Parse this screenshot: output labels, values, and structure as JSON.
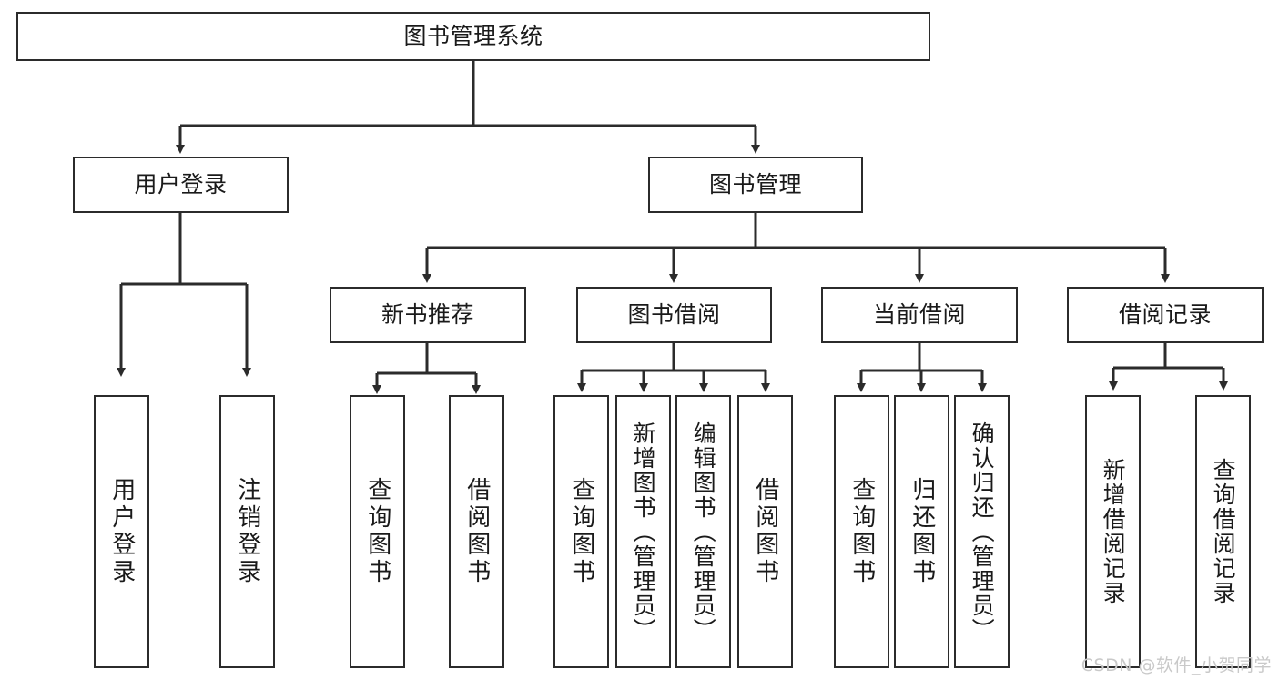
{
  "diagram": {
    "type": "tree-hierarchy-chart",
    "title": "图书管理系统",
    "line_color": "#2b2b2b",
    "background_color": "#ffffff",
    "text_color": "#1a1a1a",
    "nodes": {
      "root": {
        "label": "图书管理系统",
        "orientation": "horizontal"
      },
      "level2": [
        {
          "id": "user-login",
          "label": "用户登录",
          "orientation": "horizontal"
        },
        {
          "id": "book-manage",
          "label": "图书管理",
          "orientation": "horizontal"
        }
      ],
      "level3": [
        {
          "id": "new-book-recommend",
          "label": "新书推荐",
          "orientation": "horizontal"
        },
        {
          "id": "book-borrow",
          "label": "图书借阅",
          "orientation": "horizontal"
        },
        {
          "id": "current-borrow",
          "label": "当前借阅",
          "orientation": "horizontal"
        },
        {
          "id": "borrow-record",
          "label": "借阅记录",
          "orientation": "horizontal"
        }
      ],
      "leaves": [
        {
          "id": "leaf-user-login",
          "label": "用户登录",
          "orientation": "vertical",
          "parent": "user-login"
        },
        {
          "id": "leaf-logout-login",
          "label": "注销登录",
          "orientation": "vertical",
          "parent": "user-login"
        },
        {
          "id": "leaf-query-book-1",
          "label": "查询图书",
          "orientation": "vertical",
          "parent": "new-book-recommend"
        },
        {
          "id": "leaf-borrow-book-1",
          "label": "借阅图书",
          "orientation": "vertical",
          "parent": "new-book-recommend"
        },
        {
          "id": "leaf-query-book-2",
          "label": "查询图书",
          "orientation": "vertical",
          "parent": "book-borrow"
        },
        {
          "id": "leaf-add-book",
          "label": "新增图书（管理员）",
          "orientation": "vertical",
          "parent": "book-borrow"
        },
        {
          "id": "leaf-edit-book",
          "label": "编辑图书（管理员）",
          "orientation": "vertical",
          "parent": "book-borrow"
        },
        {
          "id": "leaf-borrow-book-2",
          "label": "借阅图书",
          "orientation": "vertical",
          "parent": "book-borrow"
        },
        {
          "id": "leaf-query-book-3",
          "label": "查询图书",
          "orientation": "vertical",
          "parent": "current-borrow"
        },
        {
          "id": "leaf-return-book",
          "label": "归还图书",
          "orientation": "vertical",
          "parent": "current-borrow"
        },
        {
          "id": "leaf-confirm-return",
          "label": "确认归还（管理员）",
          "orientation": "vertical",
          "parent": "current-borrow"
        },
        {
          "id": "leaf-add-record",
          "label": "新增借阅记录",
          "orientation": "vertical",
          "parent": "borrow-record"
        },
        {
          "id": "leaf-query-record",
          "label": "查询借阅记录",
          "orientation": "vertical",
          "parent": "borrow-record"
        }
      ]
    }
  },
  "watermark": {
    "text": "CSDN @软件_小贺同学",
    "color": "#c9c9c9"
  }
}
